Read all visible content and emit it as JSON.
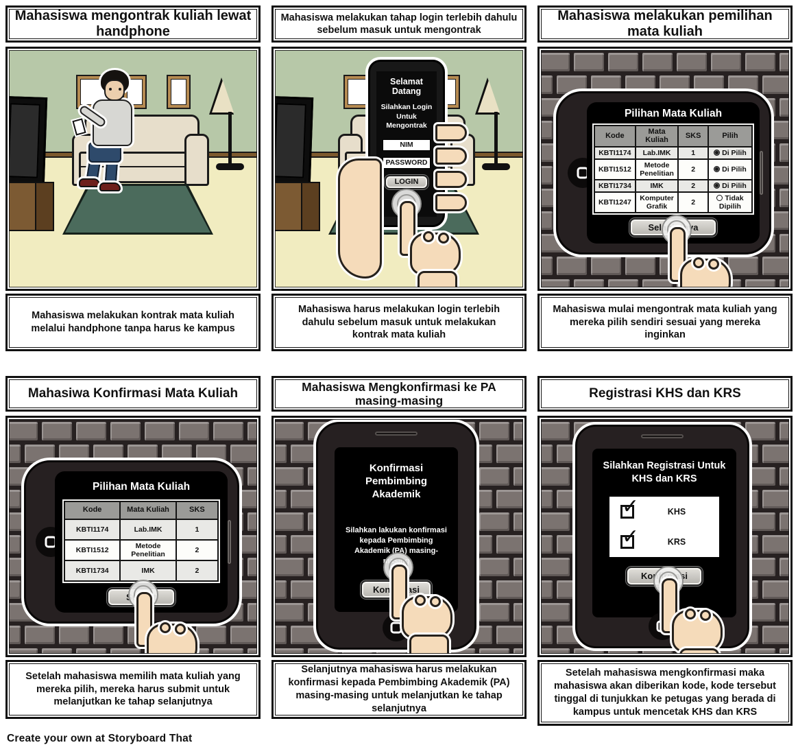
{
  "footer": {
    "credit": "Create your own at Storyboard That"
  },
  "colors": {
    "wall_green": "#b7c8a8",
    "floor_yellow": "#f1ecc0",
    "brick_gray": "#7b7370",
    "mortar_dark": "#272121",
    "skin": "#f5dbba",
    "couch_beige": "#e7decb",
    "rug_green": "#4b6b5c",
    "button_gray": "#cfcdc8",
    "screen_black": "#000000"
  },
  "panels": [
    {
      "title": "Mahasiswa mengontrak kuliah lewat handphone",
      "description": "Mahasiswa melakukan kontrak mata kuliah melalui handphone tanpa harus ke kampus"
    },
    {
      "title": "Mahasiswa melakukan tahap login terlebih dahulu sebelum masuk untuk mengontrak",
      "description": "Mahasiswa harus melakukan login terlebih dahulu sebelum masuk untuk melakukan kontrak mata kuliah",
      "phone": {
        "welcome": "Selamat Datang",
        "instruction": "Silahkan Login Untuk Mengontrak",
        "nim_field": "NIM",
        "password_field": "PASSWORD",
        "login_button": "LOGIN"
      }
    },
    {
      "title": "Mahasiswa melakukan pemilihan mata kuliah",
      "description": "Mahasiswa mulai mengontrak mata kuliah yang mereka pilih sendiri sesuai yang mereka inginkan",
      "screen": {
        "title": "Pilihan Mata Kuliah",
        "button": "Selanjutnya",
        "table": {
          "headers": [
            "Kode",
            "Mata Kuliah",
            "SKS",
            "Pilih"
          ],
          "rows": [
            {
              "kode": "KBTI1174",
              "mata_kuliah": "Lab.IMK",
              "sks": "1",
              "pilih": "Di Pilih",
              "selected": true
            },
            {
              "kode": "KBTI1512",
              "mata_kuliah": "Metode Penelitian",
              "sks": "2",
              "pilih": "Di Pilih",
              "selected": true
            },
            {
              "kode": "KBTI1734",
              "mata_kuliah": "IMK",
              "sks": "2",
              "pilih": "Di Pilih",
              "selected": true
            },
            {
              "kode": "KBTI1247",
              "mata_kuliah": "Komputer Grafik",
              "sks": "2",
              "pilih": "Tidak Dipilih",
              "selected": false
            }
          ]
        }
      }
    },
    {
      "title": "Mahasiwa Konfirmasi Mata Kuliah",
      "description": "Setelah mahasiswa memilih mata kuliah yang mereka pilih, mereka harus submit untuk melanjutkan ke tahap selanjutnya",
      "screen": {
        "title": "Pilihan Mata Kuliah",
        "button": "Submit",
        "table": {
          "headers": [
            "Kode",
            "Mata Kuliah",
            "SKS"
          ],
          "rows": [
            {
              "kode": "KBTI1174",
              "mata_kuliah": "Lab.IMK",
              "sks": "1"
            },
            {
              "kode": "KBTI1512",
              "mata_kuliah": "Metode Penelitian",
              "sks": "2"
            },
            {
              "kode": "KBTI1734",
              "mata_kuliah": "IMK",
              "sks": "2"
            }
          ]
        }
      }
    },
    {
      "title": "Mahasiswa Mengkonfirmasi ke PA masing-masing",
      "description": "Selanjutnya mahasiswa harus melakukan konfirmasi kepada Pembimbing Akademik (PA) masing-masing untuk melanjutkan ke tahap selanjutnya",
      "screen": {
        "title": "Konfirmasi Pembimbing Akademik",
        "body": "Silahkan lakukan konfirmasi kepada Pembimbing Akademik (PA) masing-masing",
        "button": "Konfirmasi"
      }
    },
    {
      "title": "Registrasi KHS dan KRS",
      "description": "Setelah mahasiswa mengkonfirmasi maka mahasiswa akan diberikan kode, kode tersebut tinggal di tunjukkan ke petugas yang berada di kampus untuk mencetak KHS dan KRS",
      "screen": {
        "title": "Silahkan Registrasi Untuk KHS dan KRS",
        "button": "Konfirmasi",
        "checkboxes": [
          {
            "label": "KHS",
            "checked": true
          },
          {
            "label": "KRS",
            "checked": true
          }
        ]
      }
    }
  ]
}
